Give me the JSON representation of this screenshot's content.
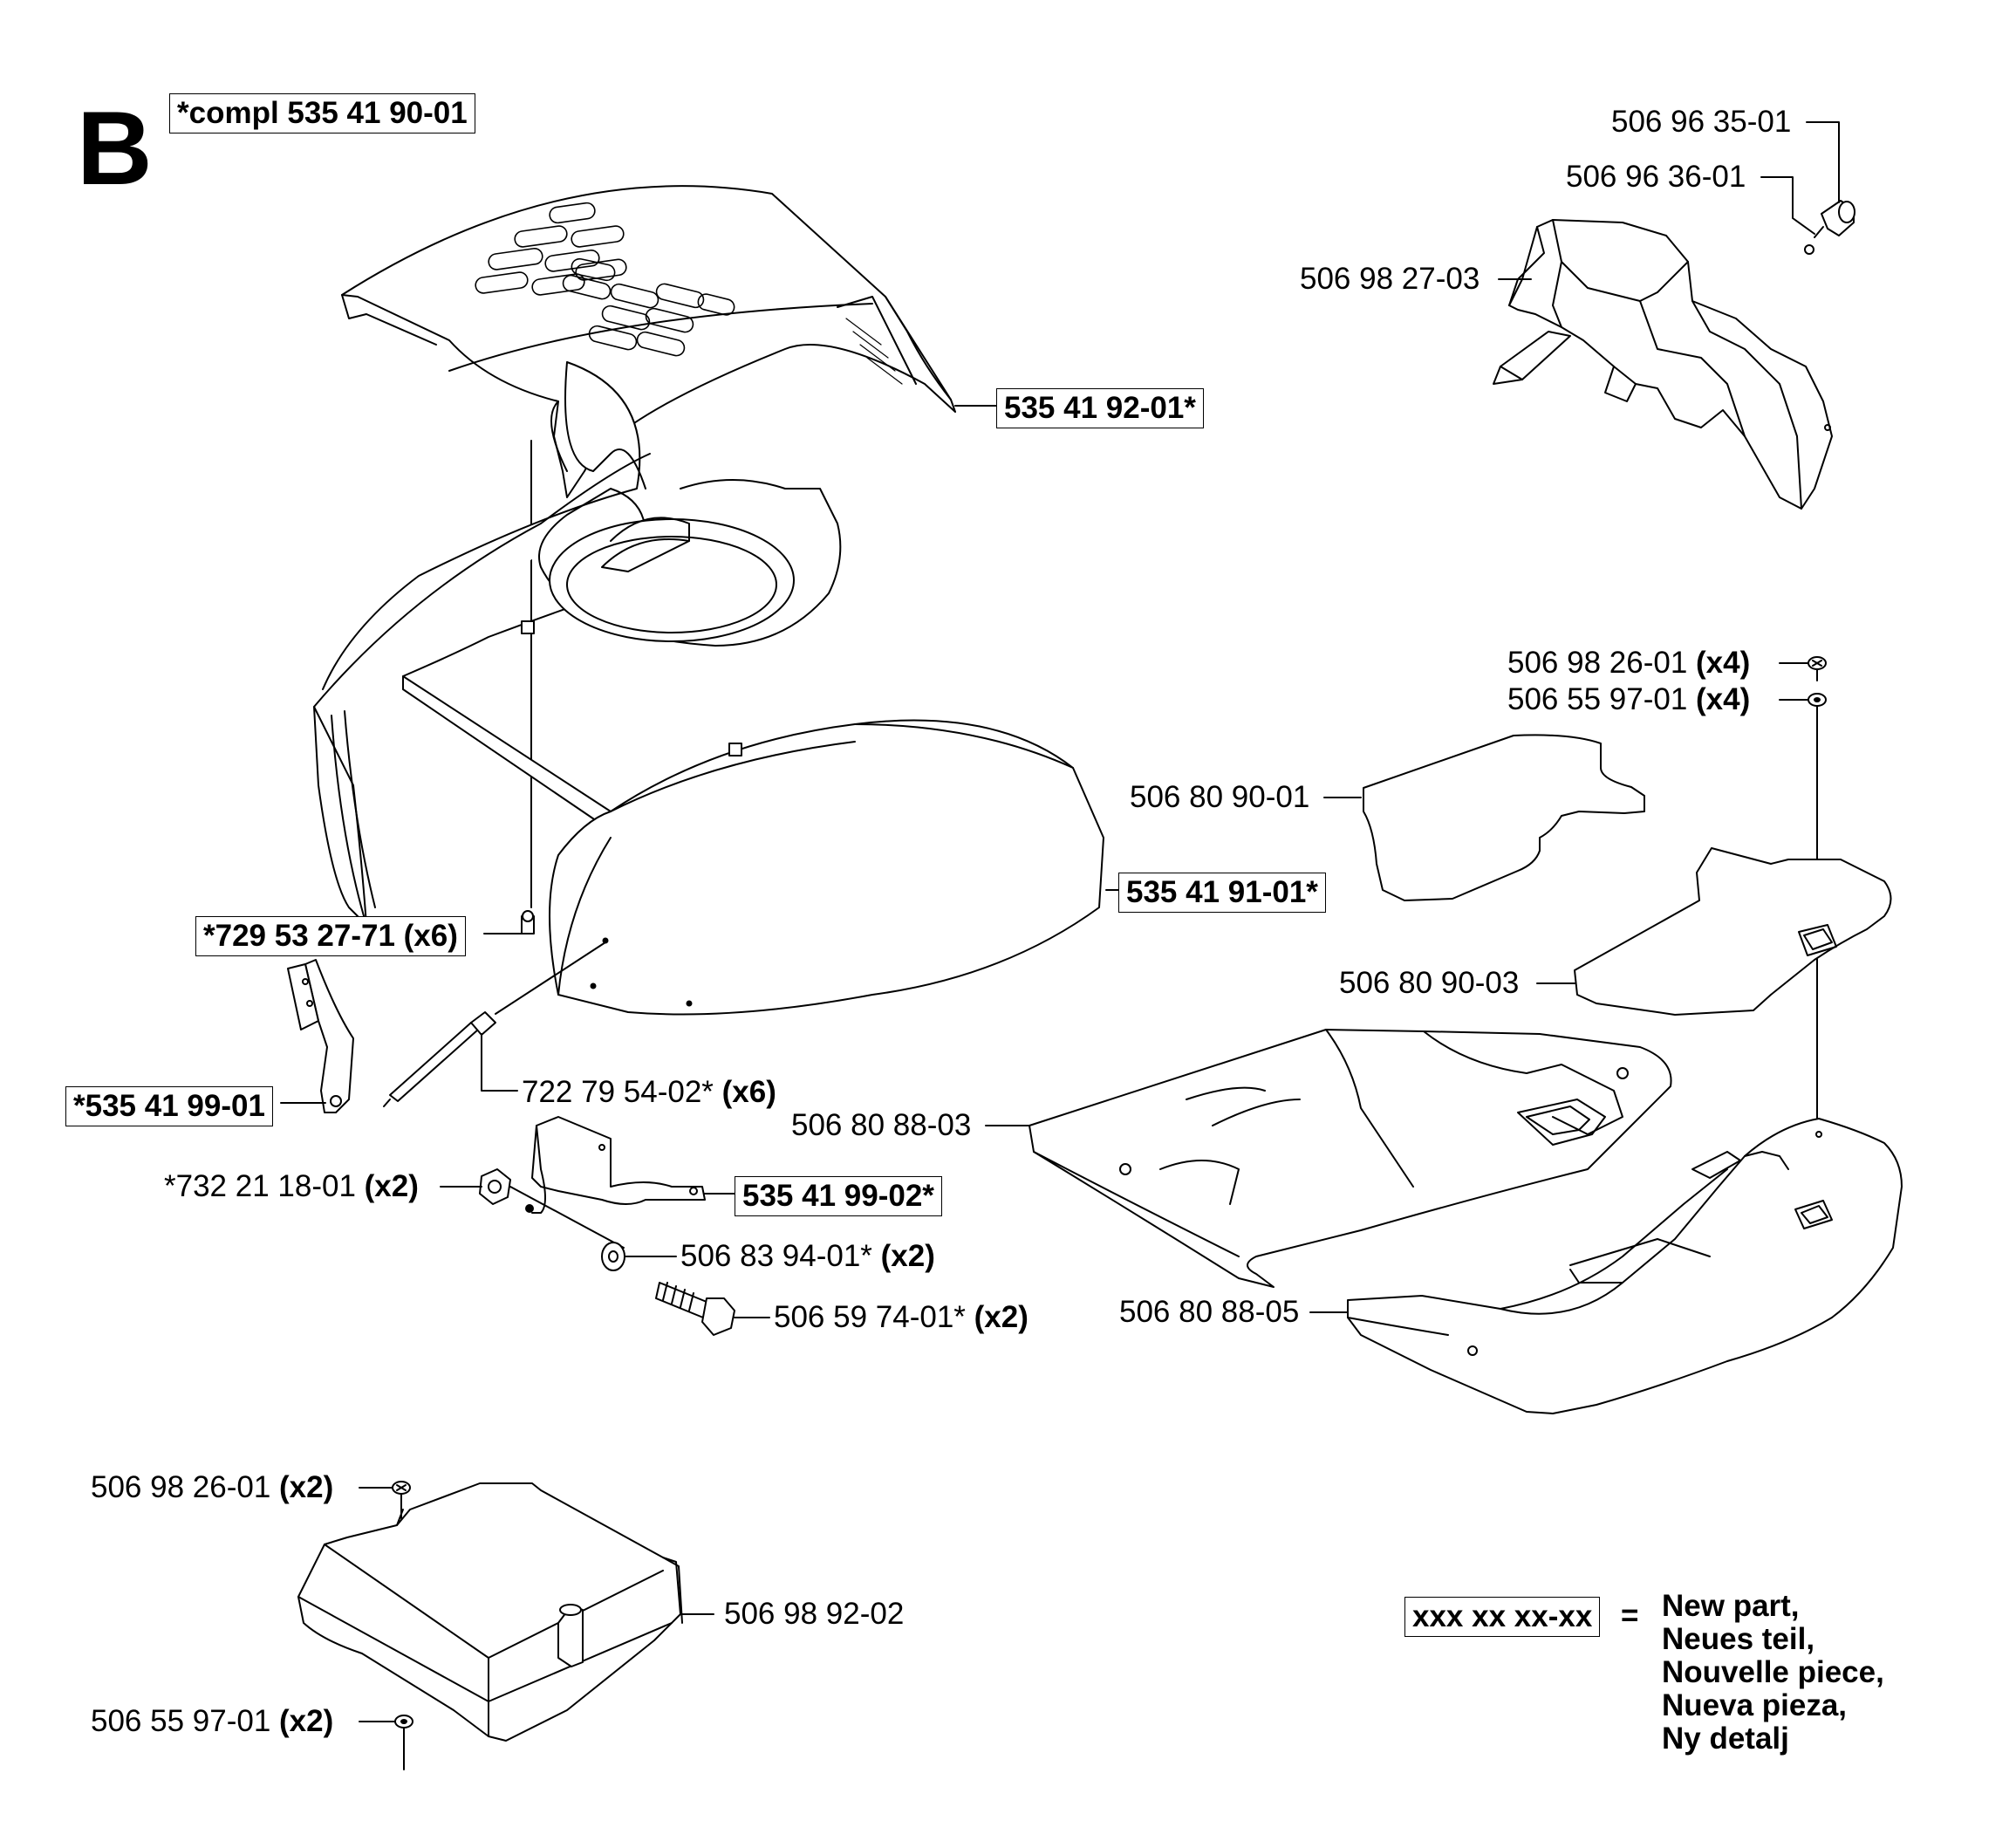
{
  "section_letter": "B",
  "parts": {
    "compl": "*compl 535 41 90-01",
    "cover_top": "535 41 92-01*",
    "hood": "535 41 91-01*",
    "screw_hood": "*729 53 27-71 (x6)",
    "bracket_left": "*535 41 99-01",
    "bracket_right": "535 41 99-02*",
    "pin": "722 79 54-02*",
    "pin_qty": "(x6)",
    "nut": "*732 21 18-01",
    "nut_qty": "(x2)",
    "washer": "506 83 94-01*",
    "washer_qty": "(x2)",
    "bolt": "506 59 74-01*",
    "bolt_qty": "(x2)",
    "knob": "506 96 35-01",
    "knob_washer": "506 96 36-01",
    "rear_guard": "506 98 27-03",
    "screw_x4": "506 98 26-01",
    "screw_x4_qty": "(x4)",
    "washer_x4": "506 55 97-01",
    "washer_x4_qty": "(x4)",
    "mat_small": "506 80 90-01",
    "mat_medium": "506 80 90-03",
    "floor_left": "506 80 88-03",
    "floor_right": "506 80 88-05",
    "screw_x2": "506 98 26-01",
    "screw_x2_qty": "(x2)",
    "box_cover": "506 98 92-02",
    "washer_x2": "506 55 97-01",
    "washer_x2_qty": "(x2)"
  },
  "legend": {
    "code": "xxx xx xx-xx",
    "equals": "=",
    "lines": [
      "New part,",
      "Neues teil,",
      "Nouvelle piece,",
      "Nueva pieza,",
      "Ny detalj"
    ]
  }
}
